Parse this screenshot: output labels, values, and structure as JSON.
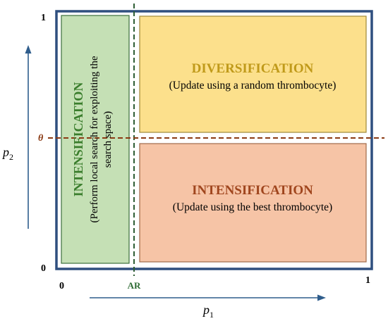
{
  "axes": {
    "x_label_var": "p",
    "x_label_sub": "1",
    "y_label_var": "p",
    "y_label_sub": "2",
    "x_tick_min": "0",
    "x_tick_max": "1",
    "y_tick_min": "0",
    "y_tick_max": "1",
    "x_threshold_label": "AR",
    "y_threshold_label": "θ"
  },
  "regions": {
    "left": {
      "title": "INTENSIFICATION",
      "line1": "(Perform local search for exploiting the",
      "line2": "search space)"
    },
    "top_right": {
      "title": "DIVERSIFICATION",
      "subtitle": "(Update using a random thrombocyte)"
    },
    "bottom_right": {
      "title": "INTENSIFICATION",
      "subtitle": "(Update using the best thrombocyte)"
    }
  },
  "colors": {
    "frame": "#2f4f7f",
    "arrow": "#2f5d8c",
    "left_fill": "#c5e0b5",
    "left_stroke": "#3c6e3c",
    "left_text": "#3a7d2c",
    "top_fill": "#fce08c",
    "top_stroke": "#a08a3a",
    "top_text": "#c09a1a",
    "bottom_fill": "#f6c4a6",
    "bottom_stroke": "#a06a4a",
    "bottom_text": "#a0461e",
    "ar_line": "#2e5d34",
    "theta_line": "#8b3a14",
    "ar_text": "#2e6b34",
    "theta_text": "#8b3a14"
  }
}
